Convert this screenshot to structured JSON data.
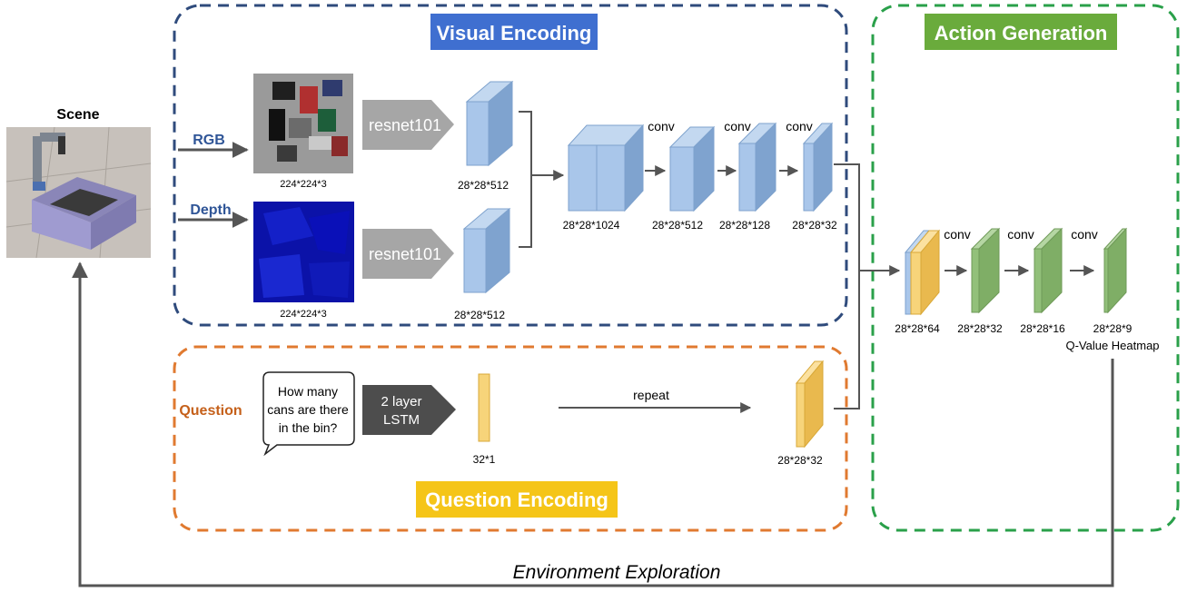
{
  "scene": {
    "title": "Scene"
  },
  "visual_encoding": {
    "title": "Visual Encoding",
    "rgb_label": "RGB",
    "depth_label": "Depth",
    "rgb_dim": "224*224*3",
    "depth_dim": "224*224*3",
    "backbone_top": "resnet101",
    "backbone_bottom": "resnet101",
    "feat_top_dim": "28*28*512",
    "feat_bottom_dim": "28*28*512",
    "concat_dim": "28*28*1024",
    "conv1_label": "conv",
    "conv1_dim": "28*28*512",
    "conv2_label": "conv",
    "conv2_dim": "28*28*128",
    "conv3_label": "conv",
    "conv3_dim": "28*28*32"
  },
  "question_encoding": {
    "title": "Question Encoding",
    "question_label": "Question",
    "question_text": [
      "How many",
      "cans are there",
      "in the bin?"
    ],
    "lstm_label": [
      "2 layer",
      "LSTM"
    ],
    "vector_dim": "32*1",
    "repeat_label": "repeat",
    "repeat_dim": "28*28*32"
  },
  "action_generation": {
    "title": "Action Generation",
    "fused_dim": "28*28*64",
    "conv1_label": "conv",
    "conv1_dim": "28*28*32",
    "conv2_label": "conv",
    "conv2_dim": "28*28*16",
    "conv3_label": "conv",
    "conv3_dim": "28*28*9",
    "output_label": "Q-Value Heatmap"
  },
  "loop": {
    "label": "Environment Exploration"
  },
  "colors": {
    "visual_border": "#2f4b7c",
    "visual_title_bg": "#3f6fd0",
    "question_border": "#e07a30",
    "question_title_bg": "#f5c518",
    "action_border": "#2aa04a",
    "action_title_bg": "#6aab3c",
    "blue_block": "#a9c6ea",
    "yellow_block": "#f7d47a",
    "green_block": "#92c07a",
    "gray_arrow": "#9a9a9a",
    "dark_arrow": "#555555"
  }
}
